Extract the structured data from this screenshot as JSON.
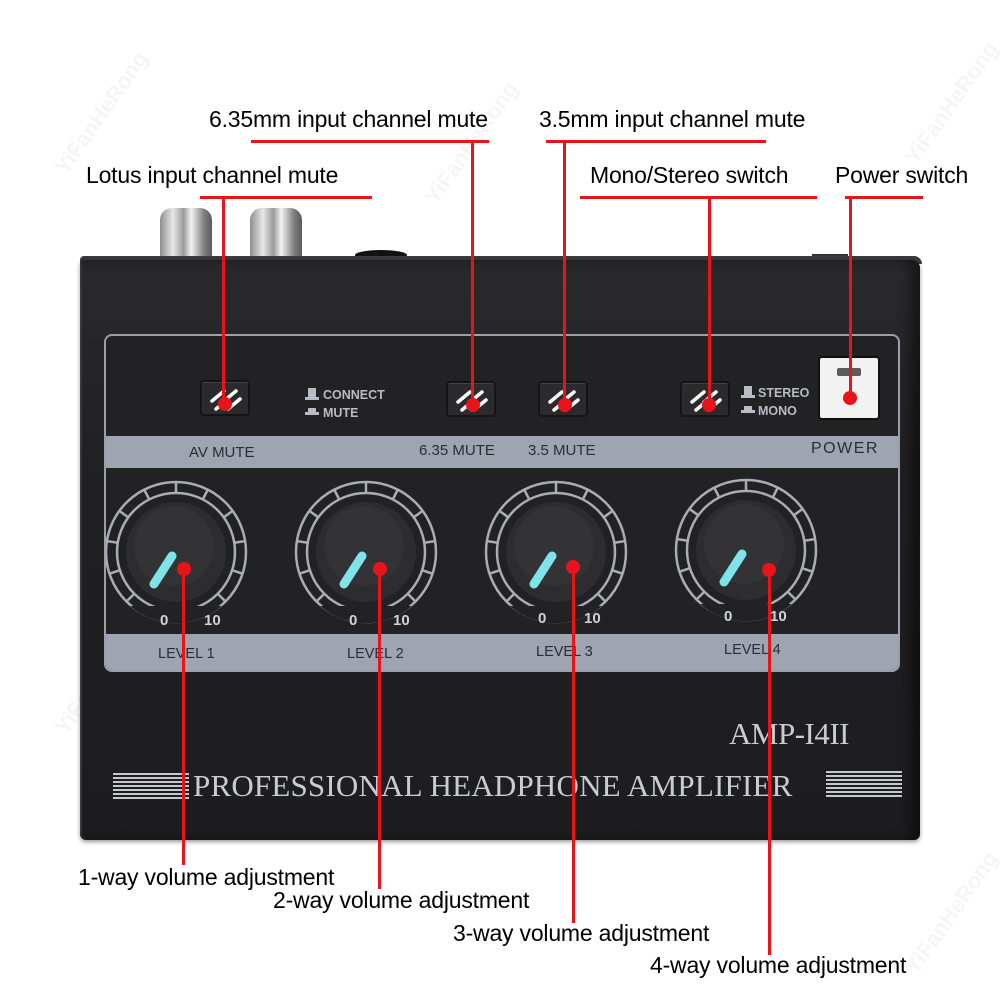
{
  "watermark": "YiFanHeRong",
  "callouts": {
    "av_mute": "Lotus input channel mute",
    "mute_635": "6.35mm input channel mute",
    "mute_35": "3.5mm input channel mute",
    "mono_stereo": "Mono/Stereo switch",
    "power": "Power switch",
    "vol1": "1-way volume adjustment",
    "vol2": "2-way volume adjustment",
    "vol3": "3-way volume adjustment",
    "vol4": "4-way volume adjustment"
  },
  "panel": {
    "buttons": {
      "av_mute": "AV MUTE",
      "mute_635": "6.35 MUTE",
      "mute_35": "3.5 MUTE",
      "power": "POWER"
    },
    "legend_mute": {
      "up": "CONNECT",
      "down": "MUTE"
    },
    "legend_mode": {
      "up": "STEREO",
      "down": "MONO"
    },
    "knobs": [
      {
        "label": "LEVEL 1",
        "min": "0",
        "max": "10"
      },
      {
        "label": "LEVEL 2",
        "min": "0",
        "max": "10"
      },
      {
        "label": "LEVEL 3",
        "min": "0",
        "max": "10"
      },
      {
        "label": "LEVEL 4",
        "min": "0",
        "max": "10"
      }
    ]
  },
  "branding": {
    "model": "AMP-I4II",
    "subtitle": "PROFESSIONAL HEADPHONE AMPLIFIER"
  },
  "colors": {
    "callout_red": "#e8141b",
    "indicator_cyan": "#7fe3ea",
    "body": "#202022",
    "panel_band": "#9ea4b0"
  }
}
